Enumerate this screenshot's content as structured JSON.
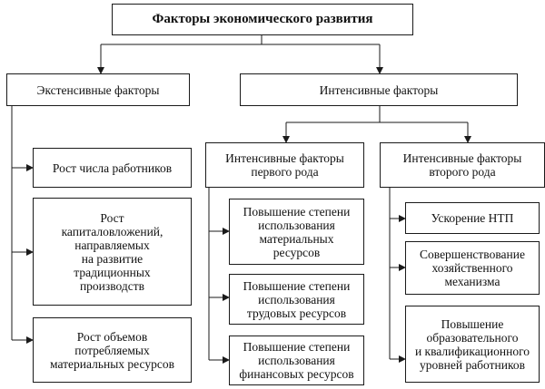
{
  "diagram": {
    "title": "Факторы экономического развития",
    "extensive": {
      "label": "Экстенсивные факторы",
      "items": [
        "Рост числа работников",
        "Рост\nкапиталовложений,\nнаправляемых\nна развитие\nтрадиционных\nпроизводств",
        "Рост объемов\nпотребляемых\nматериальных ресурсов"
      ]
    },
    "intensive": {
      "label": "Интенсивные факторы",
      "first": {
        "label": "Интенсивные факторы\nпервого рода",
        "items": [
          "Повышение степени\nиспользования\nматериальных\nресурсов",
          "Повышение степени\nиспользования\nтрудовых ресурсов",
          "Повышение степени\nиспользования\nфинансовых ресурсов"
        ]
      },
      "second": {
        "label": "Интенсивные факторы\nвторого рода",
        "items": [
          "Ускорение НТП",
          "Совершенствование\nхозяйственного\nмеханизма",
          "Повышение\nобразовательного\nи квалификационного\nуровней работников"
        ]
      }
    }
  }
}
